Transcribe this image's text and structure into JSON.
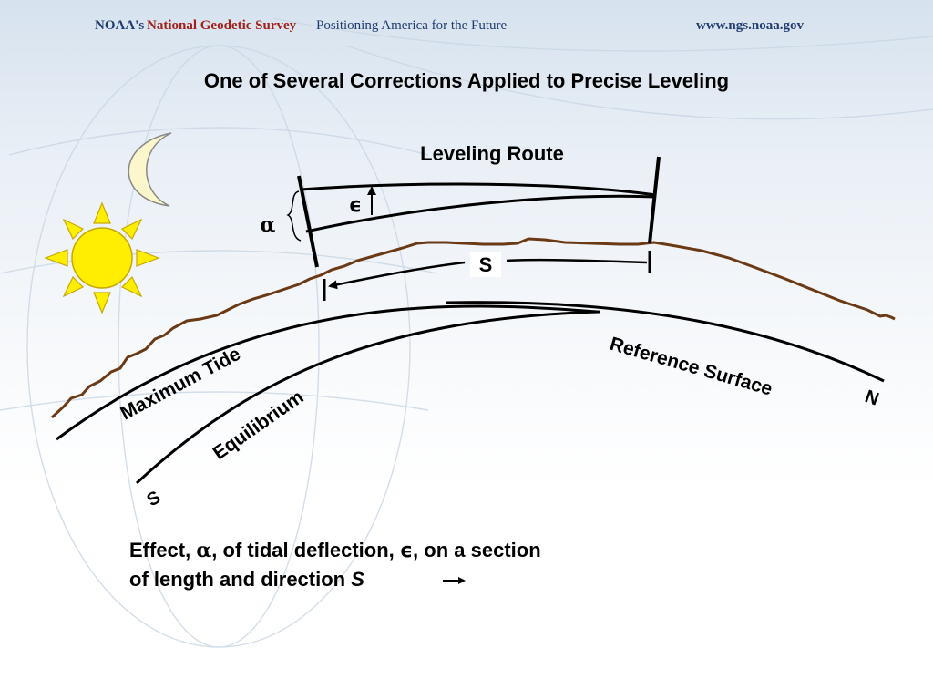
{
  "header": {
    "noaa": "NOAA's",
    "ngs": "National Geodetic Survey",
    "tagline": "Positioning America for the Future",
    "url": "www.ngs.noaa.gov"
  },
  "title": "One of Several Corrections Applied to Precise Leveling",
  "diagram": {
    "leveling_route": "Leveling Route",
    "epsilon": "ϵ",
    "alpha": "α",
    "s_marker": "S",
    "reference_surface": "Reference Surface",
    "maximum_tide": "Maximum Tide",
    "equilibrium": "Equilibrium",
    "n_end": "N",
    "s_end": "S"
  },
  "caption": {
    "effect": "Effect, ",
    "alpha": "α",
    "mid": ", of tidal deflection, ",
    "epsilon": "ϵ",
    "end_line1": ", on a section",
    "line2": "of length and direction ",
    "s_italic": "S"
  },
  "colors": {
    "title_blue": "#1f3b70",
    "title_red": "#a3201a",
    "ground_brown": "#6b3a14",
    "sun_yellow": "#ffee00",
    "moon_fill": "#fcf6cc"
  },
  "icons": [
    "sun-icon",
    "moon-icon"
  ]
}
